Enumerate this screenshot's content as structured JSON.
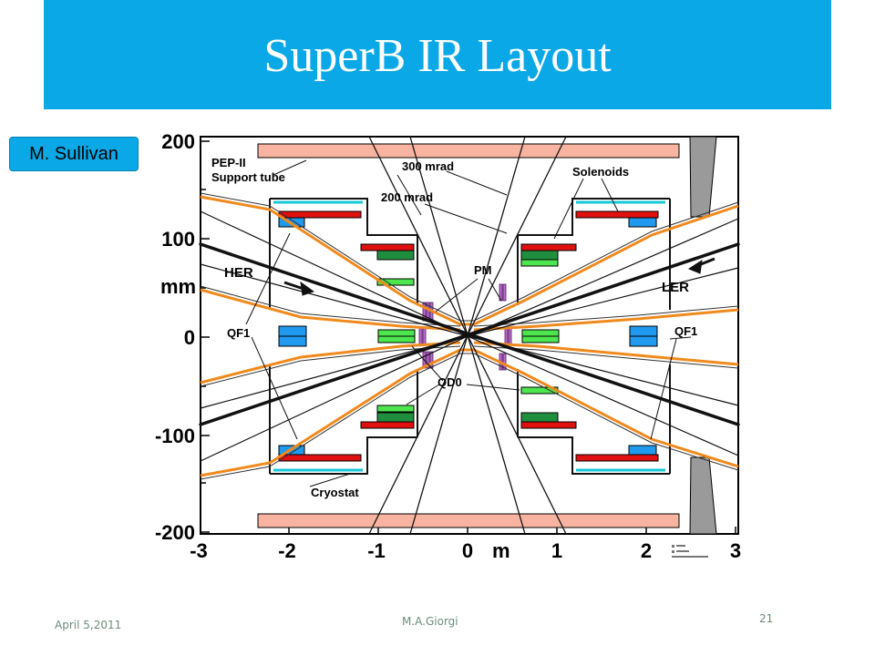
{
  "slide": {
    "title": "SuperB IR Layout",
    "author_tag": "M. Sullivan",
    "footer_date": "April 5,2011",
    "footer_author": "M.A.Giorgi",
    "page_number": "21"
  },
  "diagram": {
    "y_axis": {
      "ticks": [
        "200",
        "100",
        "0",
        "-100",
        "-200"
      ],
      "unit": "mm"
    },
    "x_axis": {
      "ticks": [
        "-3",
        "-2",
        "-1",
        "0",
        "1",
        "2",
        "3"
      ],
      "unit": "m"
    },
    "labels": {
      "pep": "PEP-II",
      "support": "Support tube",
      "mrad300": "300 mrad",
      "mrad200": "200 mrad",
      "solenoids": "Solenoids",
      "her": "HER",
      "ler": "LER",
      "pm": "PM",
      "qf1_left": "QF1",
      "qf1_right": "QF1",
      "qd0": "QD0",
      "cryostat": "Cryostat"
    },
    "colors": {
      "header": "#0aa8e6",
      "support_tube": "#f8b4a0",
      "solenoid_red": "#e01010",
      "blue_quad": "#1f9aee",
      "dark_green": "#1f8f3f",
      "light_green": "#4ee64e",
      "orange_beam": "#f08a1c",
      "cryostat_outline": "#111111",
      "cyan_liner": "#16c8d8",
      "gray_shield": "#9a9a9a"
    }
  }
}
